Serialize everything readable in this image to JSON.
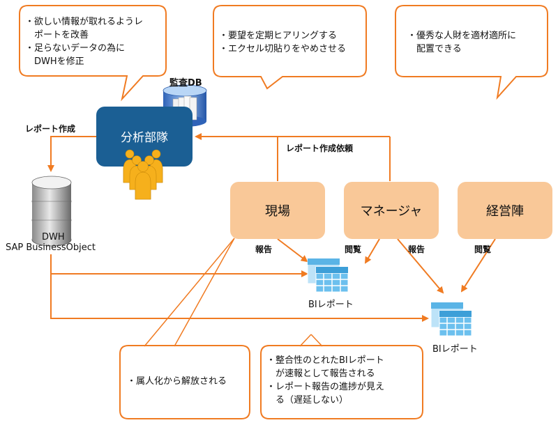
{
  "bubbles": {
    "b1": [
      "・欲しい情報が取れるようレ",
      "　ポートを改善",
      "・足らないデータの為に",
      "　DWHを修正"
    ],
    "b2": [
      "・要望を定期ヒアリングする",
      "・エクセル切貼りをやめさせる"
    ],
    "b3": [
      "・優秀な人財を適材適所に",
      "　配置できる"
    ],
    "b4": [
      "・属人化から解放される"
    ],
    "b5": [
      "・整合性のとれたBIレポート",
      "　が速報として報告される",
      "・レポート報告の進捗が見え",
      "　る（遅延しない）"
    ]
  },
  "analysis": {
    "label": "分析部隊"
  },
  "audit_db": {
    "label": "監査DB"
  },
  "dwh": {
    "label_line1": "DWH",
    "label_line2": "SAP BusinessObject"
  },
  "boxes": {
    "genba": "現場",
    "manager": "マネージャ",
    "keiei": "経営陣"
  },
  "labels": {
    "report_create": "レポート作成",
    "report_request": "レポート作成依頼",
    "houkoku_1": "報告",
    "etsuran_1": "閲覧",
    "houkoku_2": "報告",
    "etsuran_2": "閲覧"
  },
  "bi_reports": {
    "bi1": "BIレポート",
    "bi2": "BIレポート"
  },
  "colors": {
    "orange": "#f07b22",
    "peach": "#f9c898",
    "navy": "#1b5f94",
    "blue_cell": "#5ab4e6"
  }
}
